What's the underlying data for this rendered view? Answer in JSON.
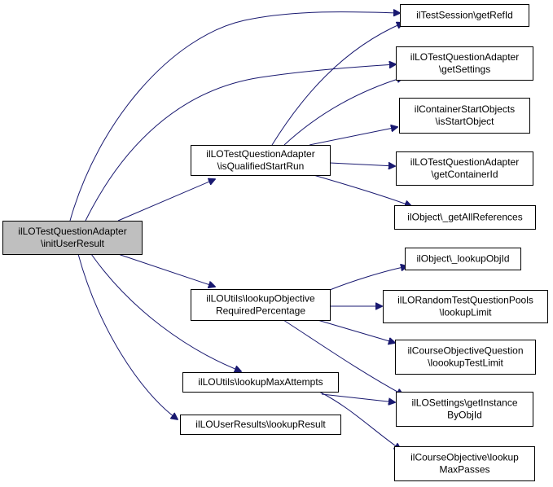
{
  "graph": {
    "nodes": {
      "root": {
        "lines": [
          "ilLOTestQuestionAdapter",
          "\\initUserResult"
        ],
        "highlighted": true
      },
      "isQualified": {
        "lines": [
          "ilLOTestQuestionAdapter",
          "\\isQualifiedStartRun"
        ]
      },
      "lookupObjectivePct": {
        "lines": [
          "ilLOUtils\\lookupObjective",
          "RequiredPercentage"
        ]
      },
      "lookupMaxAttempts": {
        "lines": [
          "ilLOUtils\\lookupMaxAttempts"
        ]
      },
      "lookupResult": {
        "lines": [
          "ilLOUserResults\\lookupResult"
        ]
      },
      "getRefId": {
        "lines": [
          "ilTestSession\\getRefId"
        ]
      },
      "getSettings": {
        "lines": [
          "ilLOTestQuestionAdapter",
          "\\getSettings"
        ]
      },
      "isStartObject": {
        "lines": [
          "ilContainerStartObjects",
          "\\isStartObject"
        ]
      },
      "getContainerId": {
        "lines": [
          "ilLOTestQuestionAdapter",
          "\\getContainerId"
        ]
      },
      "getAllReferences": {
        "lines": [
          "ilObject\\_getAllReferences"
        ]
      },
      "lookupObjId": {
        "lines": [
          "ilObject\\_lookupObjId"
        ]
      },
      "lookupLimit": {
        "lines": [
          "ilLORandomTestQuestionPools",
          "\\lookupLimit"
        ]
      },
      "loookupTestLimit": {
        "lines": [
          "ilCourseObjectiveQuestion",
          "\\loookupTestLimit"
        ]
      },
      "getInstanceByObjId": {
        "lines": [
          "ilLOSettings\\getInstance",
          "ByObjId"
        ]
      },
      "lookupMaxPasses": {
        "lines": [
          "ilCourseObjective\\lookup",
          "MaxPasses"
        ]
      }
    },
    "edges": [
      [
        "root",
        "getRefId"
      ],
      [
        "root",
        "getSettings"
      ],
      [
        "root",
        "isQualified"
      ],
      [
        "root",
        "lookupObjectivePct"
      ],
      [
        "root",
        "lookupMaxAttempts"
      ],
      [
        "root",
        "lookupResult"
      ],
      [
        "isQualified",
        "getRefId"
      ],
      [
        "isQualified",
        "getSettings"
      ],
      [
        "isQualified",
        "isStartObject"
      ],
      [
        "isQualified",
        "getContainerId"
      ],
      [
        "isQualified",
        "getAllReferences"
      ],
      [
        "lookupObjectivePct",
        "lookupObjId"
      ],
      [
        "lookupObjectivePct",
        "lookupLimit"
      ],
      [
        "lookupObjectivePct",
        "loookupTestLimit"
      ],
      [
        "lookupObjectivePct",
        "getInstanceByObjId"
      ],
      [
        "lookupMaxAttempts",
        "getInstanceByObjId"
      ],
      [
        "lookupMaxAttempts",
        "lookupMaxPasses"
      ]
    ],
    "colors": {
      "edge": "#191970",
      "node_border": "#000000",
      "node_fill": "#ffffff",
      "highlight_fill": "#bfbfbf"
    }
  }
}
